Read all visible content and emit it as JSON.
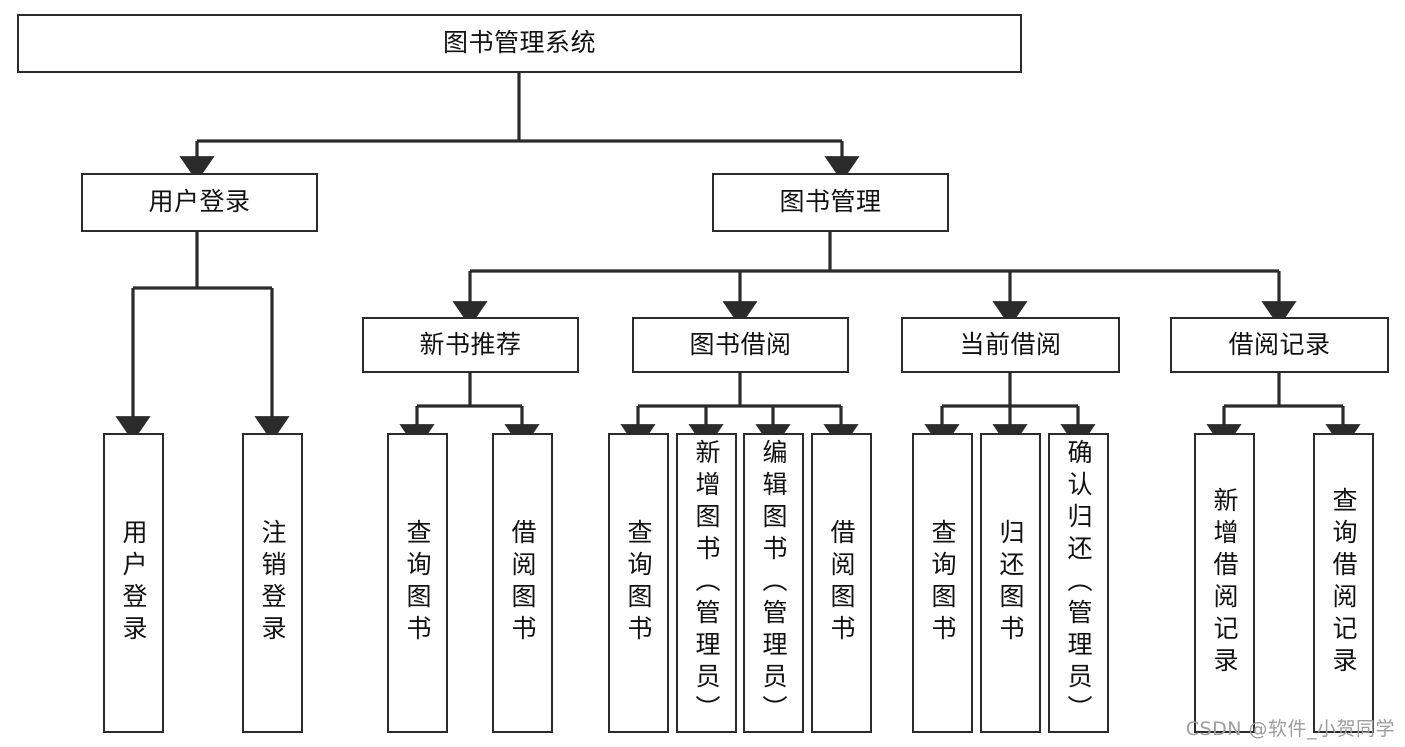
{
  "diagram": {
    "title": "图书管理系统",
    "type": "hierarchy-tree",
    "colors": {
      "node_border": "#2b2b2b",
      "node_fill": "#ffffff",
      "connector": "#2b2b2b",
      "background": "#ffffff",
      "watermark": "#9d9d9d"
    },
    "tier1": {
      "root": {
        "label": "图书管理系统"
      }
    },
    "tier2": [
      {
        "label": "用户登录"
      },
      {
        "label": "图书管理"
      }
    ],
    "tier3": [
      {
        "label": "新书推荐"
      },
      {
        "label": "图书借阅"
      },
      {
        "label": "当前借阅"
      },
      {
        "label": "借阅记录"
      }
    ],
    "leaves": {
      "user_login": [
        {
          "label": "用户登录"
        },
        {
          "label": "注销登录"
        }
      ],
      "new_book_recommend": [
        {
          "label": "查询图书"
        },
        {
          "label": "借阅图书"
        }
      ],
      "book_borrow": [
        {
          "label": "查询图书"
        },
        {
          "label": "新增图书（管理员）"
        },
        {
          "label": "编辑图书（管理员）"
        },
        {
          "label": "借阅图书"
        }
      ],
      "current_borrow": [
        {
          "label": "查询图书"
        },
        {
          "label": "归还图书"
        },
        {
          "label": "确认归还（管理员）"
        }
      ],
      "borrow_record": [
        {
          "label": "新增借阅记录"
        },
        {
          "label": "查询借阅记录"
        }
      ]
    }
  },
  "watermark": {
    "text": "CSDN @软件_小贺同学"
  }
}
